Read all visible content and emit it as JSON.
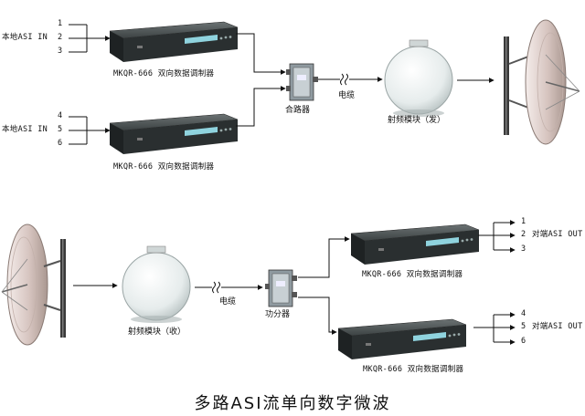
{
  "title": "多路ASI流单向数字微波",
  "tx": {
    "local_input_label": "本地ASI IN",
    "group1_ports": [
      "1",
      "2",
      "3"
    ],
    "group2_ports": [
      "4",
      "5",
      "6"
    ],
    "modulator_label": "MKQR-666 双向数据调制器",
    "combiner_label": "合路器",
    "cable_label": "电缆",
    "rf_module_label": "射频模块（发）"
  },
  "rx": {
    "rf_module_label": "射频模块（收）",
    "cable_label": "电缆",
    "splitter_label": "功分器",
    "modulator_label": "MKQR-666 双向数据调制器",
    "output_label": "对端ASI OUT",
    "group1_ports": [
      "1",
      "2",
      "3"
    ],
    "group2_ports": [
      "4",
      "5",
      "6"
    ]
  },
  "colors": {
    "line": "#111111",
    "device_body": "#33383a",
    "device_face": "#2a2f30",
    "lcd": "#8fd3de",
    "dish": "#d9c9c4",
    "pole": "#3a3a3a",
    "rf_housing": "#e9eeee"
  },
  "icons": [
    "rack-modulator-icon",
    "combiner-box-icon",
    "rf-module-dome-icon",
    "dish-antenna-icon",
    "cable-squiggle-icon",
    "arrow-icon"
  ]
}
